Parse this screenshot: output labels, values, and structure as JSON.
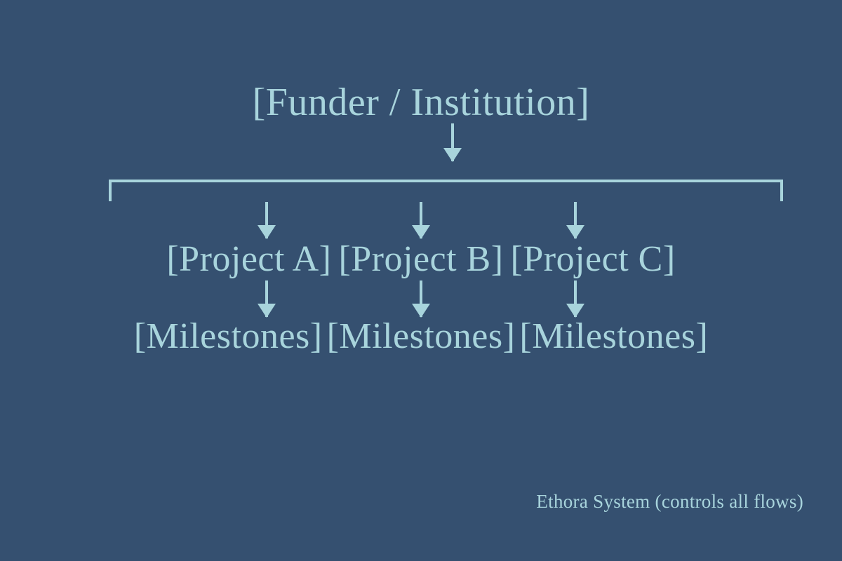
{
  "theme": {
    "background_color": "#355070",
    "foreground_color": "#a8d4dc"
  },
  "diagram": {
    "type": "hierarchy-flowchart",
    "root": {
      "label": "[Funder / Institution]"
    },
    "tiers": {
      "projects": [
        {
          "label": "[Project A]"
        },
        {
          "label": "[Project B]"
        },
        {
          "label": "[Project C]"
        }
      ],
      "milestones": [
        {
          "label": "[Milestones]"
        },
        {
          "label": "[Milestones]"
        },
        {
          "label": "[Milestones]"
        }
      ]
    },
    "connectors": {
      "root_to_bus": {
        "icon": "down-arrow-icon"
      },
      "bus_to_projects": [
        {
          "icon": "down-arrow-icon"
        },
        {
          "icon": "down-arrow-icon"
        },
        {
          "icon": "down-arrow-icon"
        }
      ],
      "projects_to_milestones": [
        {
          "icon": "down-arrow-icon"
        },
        {
          "icon": "down-arrow-icon"
        },
        {
          "icon": "down-arrow-icon"
        }
      ]
    },
    "caption": "Ethora System (controls all flows)"
  }
}
